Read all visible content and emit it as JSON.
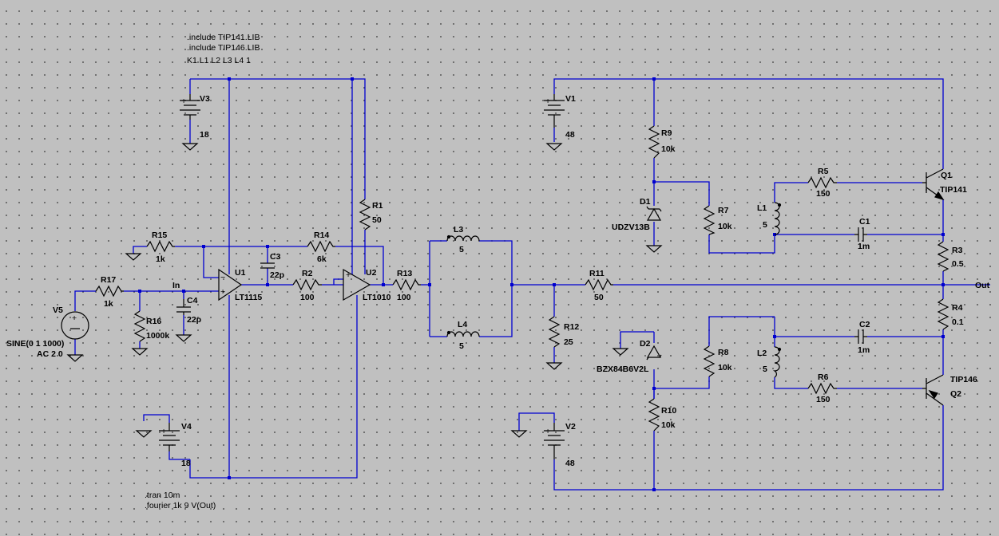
{
  "directives": {
    "include1": ".include TIP141.LIB",
    "include2": ".include TIP146.LIB",
    "coupling": "K1 L1 L2 L3 L4 1",
    "tran": ".tran 10m",
    "fourier": ".fourier 1k 9 V(Out)"
  },
  "components": {
    "V1": {
      "name": "V1",
      "value": "48"
    },
    "V2": {
      "name": "V2",
      "value": "48"
    },
    "V3": {
      "name": "V3",
      "value": "18"
    },
    "V4": {
      "name": "V4",
      "value": "18"
    },
    "V5": {
      "name": "V5",
      "value": "SINE(0 1 1000)",
      "value2": "AC 2 0"
    },
    "R1": {
      "name": "R1",
      "value": "50"
    },
    "R2": {
      "name": "R2",
      "value": "100"
    },
    "R3": {
      "name": "R3",
      "value": "0.5"
    },
    "R4": {
      "name": "R4",
      "value": "0.1"
    },
    "R5": {
      "name": "R5",
      "value": "150"
    },
    "R6": {
      "name": "R6",
      "value": "150"
    },
    "R7": {
      "name": "R7",
      "value": "10k"
    },
    "R8": {
      "name": "R8",
      "value": "10k"
    },
    "R9": {
      "name": "R9",
      "value": "10k"
    },
    "R10": {
      "name": "R10",
      "value": "10k"
    },
    "R11": {
      "name": "R11",
      "value": "50"
    },
    "R12": {
      "name": "R12",
      "value": "25"
    },
    "R13": {
      "name": "R13",
      "value": "100"
    },
    "R14": {
      "name": "R14",
      "value": "6k"
    },
    "R15": {
      "name": "R15",
      "value": "1k"
    },
    "R16": {
      "name": "R16",
      "value": "1000k"
    },
    "R17": {
      "name": "R17",
      "value": "1k"
    },
    "C1": {
      "name": "C1",
      "value": "1m"
    },
    "C2": {
      "name": "C2",
      "value": "1m"
    },
    "C3": {
      "name": "C3",
      "value": "22p"
    },
    "C4": {
      "name": "C4",
      "value": "22p"
    },
    "L1": {
      "name": "L1",
      "value": "5"
    },
    "L2": {
      "name": "L2",
      "value": "5"
    },
    "L3": {
      "name": "L3",
      "value": "5"
    },
    "L4": {
      "name": "L4",
      "value": "5"
    },
    "D1": {
      "name": "D1",
      "value": "UDZV13B"
    },
    "D2": {
      "name": "D2",
      "value": "BZX84B6V2L"
    },
    "Q1": {
      "name": "Q1",
      "value": "TIP141"
    },
    "Q2": {
      "name": "Q2",
      "value": "TIP146"
    },
    "U1": {
      "name": "U1",
      "value": "LT1115"
    },
    "U2": {
      "name": "U2",
      "value": "LT1010"
    }
  },
  "nets": {
    "in": "In",
    "out": "Out"
  },
  "colors": {
    "wire": "#0000d0",
    "background": "#c0c0c0",
    "component": "#000000"
  }
}
